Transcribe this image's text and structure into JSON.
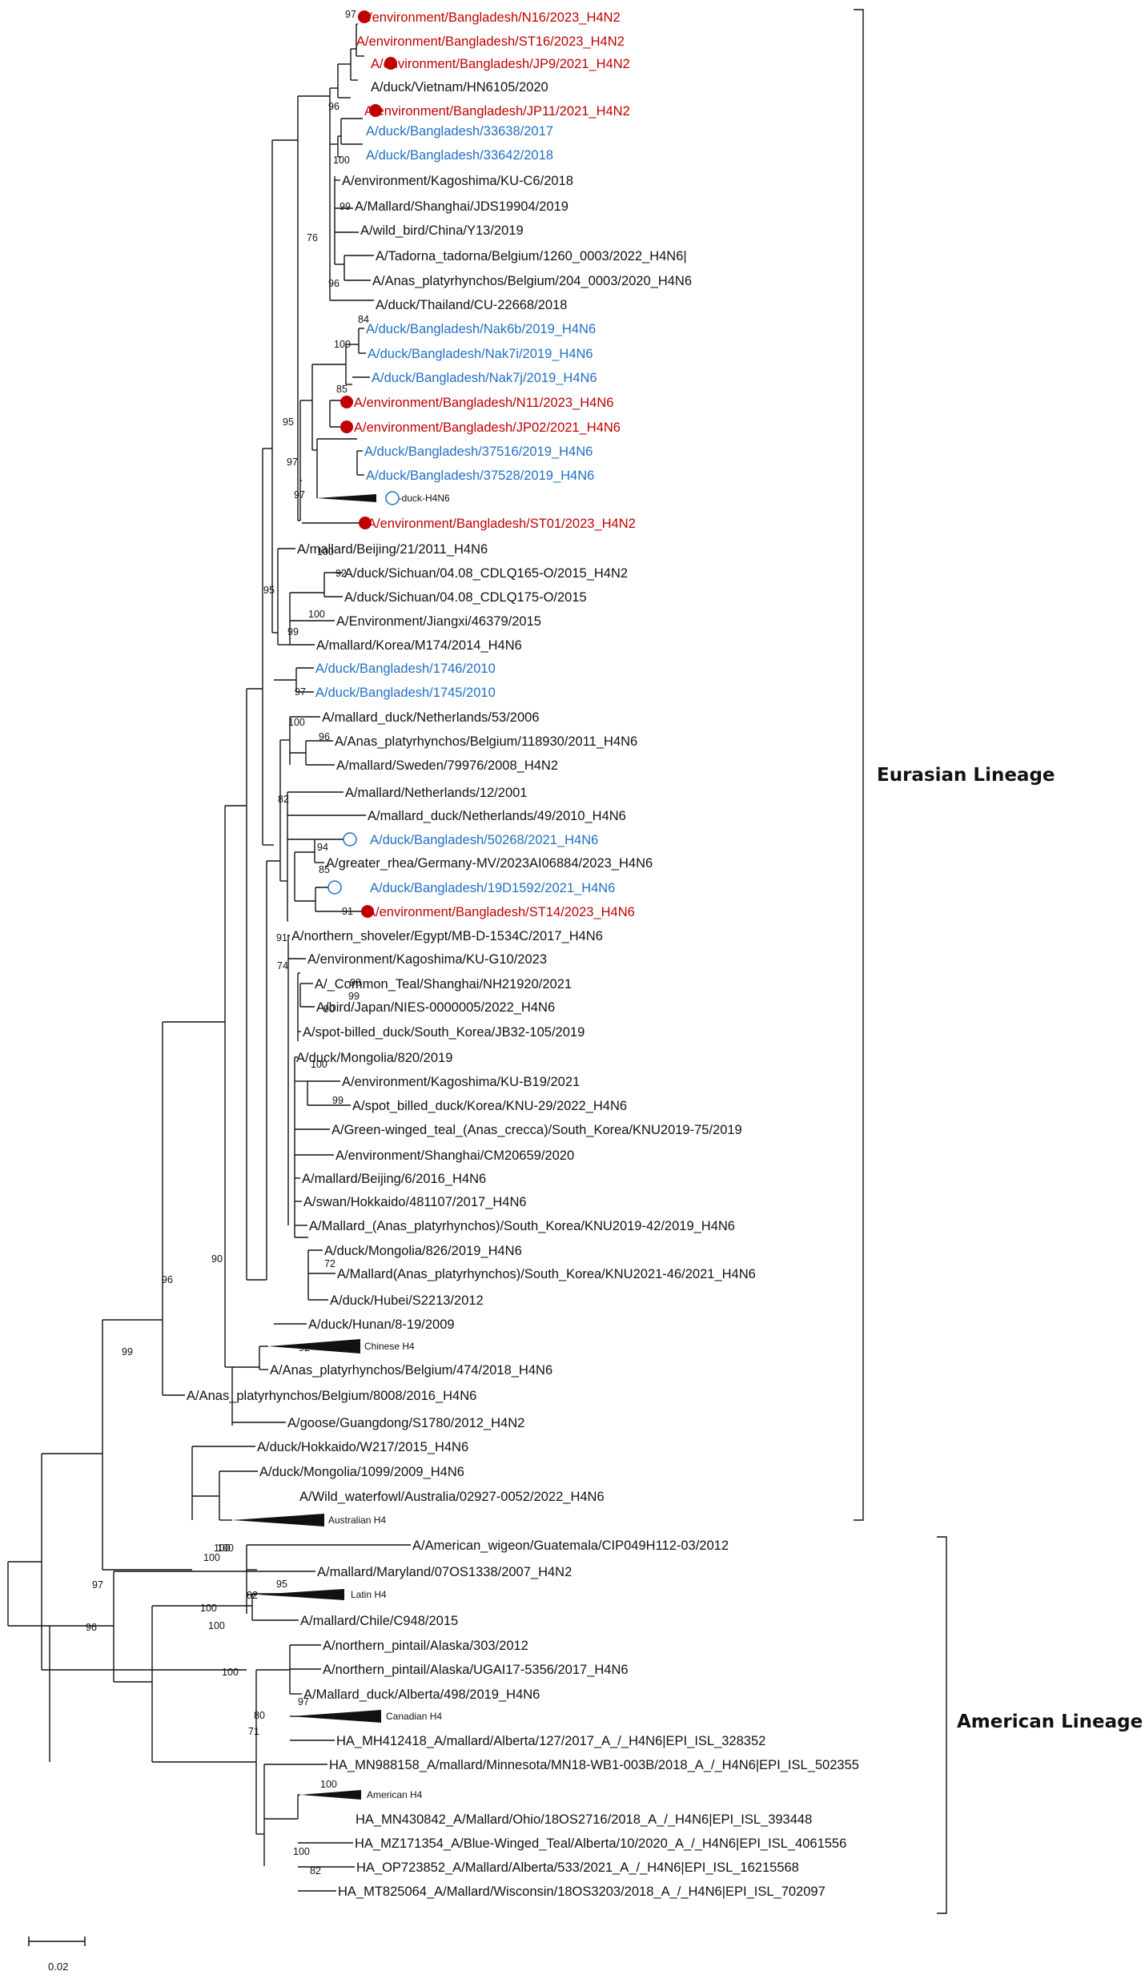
{
  "colors": {
    "bangladesh_environment": "#c00000",
    "bangladesh_duck": "#1f6fc5",
    "default": "#111111"
  },
  "leaves": [
    {
      "label": "A/environment/Bangladesh/N16/2023_H4N2",
      "type": "env"
    },
    {
      "label": "A/environment/Bangladesh/ST16/2023_H4N2",
      "type": "env"
    },
    {
      "label": "A/environment/Bangladesh/JP9/2021_H4N2",
      "type": "env"
    },
    {
      "label": "A/duck/Vietnam/HN6105/2020",
      "type": "normal"
    },
    {
      "label": "A/environment/Bangladesh/JP11/2021_H4N2",
      "type": "env"
    },
    {
      "label": "A/duck/Bangladesh/33638/2017",
      "type": "duck"
    },
    {
      "label": "A/duck/Bangladesh/33642/2018",
      "type": "duck"
    },
    {
      "label": "A/environment/Kagoshima/KU-C6/2018",
      "type": "normal"
    },
    {
      "label": "A/Mallard/Shanghai/JDS19904/2019",
      "type": "normal"
    },
    {
      "label": "A/wild_bird/China/Y13/2019",
      "type": "normal"
    },
    {
      "label": "A/Tadorna_tadorna/Belgium/1260_0003/2022_H4N6|",
      "type": "normal"
    },
    {
      "label": "A/Anas_platyrhynchos/Belgium/204_0003/2020_H4N6",
      "type": "normal"
    },
    {
      "label": "A/duck/Thailand/CU-22668/2018",
      "type": "normal"
    },
    {
      "label": "A/duck/Bangladesh/Nak6b/2019_H4N6",
      "type": "duck"
    },
    {
      "label": "A/duck/Bangladesh/Nak7i/2019_H4N6",
      "type": "duck"
    },
    {
      "label": "A/duck/Bangladesh/Nak7j/2019_H4N6",
      "type": "duck"
    },
    {
      "label": "A/environment/Bangladesh/N11/2023_H4N6",
      "type": "env"
    },
    {
      "label": "A/environment/Bangladesh/JP02/2021_H4N6",
      "type": "env"
    },
    {
      "label": "A/duck/Bangladesh/37516/2019_H4N6",
      "type": "duck"
    },
    {
      "label": "A/duck/Bangladesh/37528/2019_H4N6",
      "type": "duck"
    },
    {
      "label": "BD-duck-H4N6",
      "type": "clade"
    },
    {
      "label": "A/environment/Bangladesh/ST01/2023_H4N2",
      "type": "env"
    },
    {
      "label": "A/mallard/Beijing/21/2011_H4N6",
      "type": "normal"
    },
    {
      "label": "A/duck/Sichuan/04.08_CDLQ165-O/2015_H4N2",
      "type": "normal"
    },
    {
      "label": "A/duck/Sichuan/04.08_CDLQ175-O/2015",
      "type": "normal"
    },
    {
      "label": "A/Environment/Jiangxi/46379/2015",
      "type": "normal"
    },
    {
      "label": "A/mallard/Korea/M174/2014_H4N6",
      "type": "normal"
    },
    {
      "label": "A/duck/Bangladesh/1746/2010",
      "type": "duck"
    },
    {
      "label": "A/duck/Bangladesh/1745/2010",
      "type": "duck"
    },
    {
      "label": "A/mallard_duck/Netherlands/53/2006",
      "type": "normal"
    },
    {
      "label": "A/Anas_platyrhynchos/Belgium/118930/2011_H4N6",
      "type": "normal"
    },
    {
      "label": "A/mallard/Sweden/79976/2008_H4N2",
      "type": "normal"
    },
    {
      "label": "A/mallard/Netherlands/12/2001",
      "type": "normal"
    },
    {
      "label": "A/mallard_duck/Netherlands/49/2010_H4N6",
      "type": "normal"
    },
    {
      "label": "A/duck/Bangladesh/50268/2021_H4N6",
      "type": "duck"
    },
    {
      "label": "A/greater_rhea/Germany-MV/2023AI06884/2023_H4N6",
      "type": "normal"
    },
    {
      "label": "A/duck/Bangladesh/19D1592/2021_H4N6",
      "type": "duck"
    },
    {
      "label": "A/environment/Bangladesh/ST14/2023_H4N6",
      "type": "env"
    },
    {
      "label": "A/northern_shoveler/Egypt/MB-D-1534C/2017_H4N6",
      "type": "normal"
    },
    {
      "label": "A/environment/Kagoshima/KU-G10/2023",
      "type": "normal"
    },
    {
      "label": "A/_Common_Teal/Shanghai/NH21920/2021",
      "type": "normal"
    },
    {
      "label": "A/bird/Japan/NIES-0000005/2022_H4N6",
      "type": "normal"
    },
    {
      "label": "A/spot-billed_duck/South_Korea/JB32-105/2019",
      "type": "normal"
    },
    {
      "label": "A/duck/Mongolia/820/2019",
      "type": "normal"
    },
    {
      "label": "A/environment/Kagoshima/KU-B19/2021",
      "type": "normal"
    },
    {
      "label": "A/spot_billed_duck/Korea/KNU-29/2022_H4N6",
      "type": "normal"
    },
    {
      "label": "A/Green-winged_teal_(Anas_crecca)/South_Korea/KNU2019-75/2019",
      "type": "normal"
    },
    {
      "label": "A/environment/Shanghai/CM20659/2020",
      "type": "normal"
    },
    {
      "label": "A/mallard/Beijing/6/2016_H4N6",
      "type": "normal"
    },
    {
      "label": "A/swan/Hokkaido/481107/2017_H4N6",
      "type": "normal"
    },
    {
      "label": "A/Mallard_(Anas_platyrhynchos)/South_Korea/KNU2019-42/2019_H4N6",
      "type": "normal"
    },
    {
      "label": "A/duck/Mongolia/826/2019_H4N6",
      "type": "normal"
    },
    {
      "label": "A/Mallard(Anas_platyrhynchos)/South_Korea/KNU2021-46/2021_H4N6",
      "type": "normal"
    },
    {
      "label": "A/duck/Hubei/S2213/2012",
      "type": "normal"
    },
    {
      "label": "A/duck/Hunan/8-19/2009",
      "type": "normal"
    },
    {
      "label": "Chinese H4",
      "type": "clade"
    },
    {
      "label": "A/Anas_platyrhynchos/Belgium/474/2018_H4N6",
      "type": "normal"
    },
    {
      "label": "A/Anas_platyrhynchos/Belgium/8008/2016_H4N6",
      "type": "normal"
    },
    {
      "label": "A/goose/Guangdong/S1780/2012_H4N2",
      "type": "normal"
    },
    {
      "label": "A/duck/Hokkaido/W217/2015_H4N6",
      "type": "normal"
    },
    {
      "label": "A/duck/Mongolia/1099/2009_H4N6",
      "type": "normal"
    },
    {
      "label": "A/Wild_waterfowl/Australia/02927-0052/2022_H4N6",
      "type": "normal"
    },
    {
      "label": "Australian H4",
      "type": "clade"
    },
    {
      "label": "A/American_wigeon/Guatemala/CIP049H112-03/2012",
      "type": "normal"
    },
    {
      "label": "A/mallard/Maryland/07OS1338/2007_H4N2",
      "type": "normal"
    },
    {
      "label": "Latin H4",
      "type": "clade"
    },
    {
      "label": "A/mallard/Chile/C948/2015",
      "type": "normal"
    },
    {
      "label": "A/northern_pintail/Alaska/303/2012",
      "type": "normal"
    },
    {
      "label": "A/northern_pintail/Alaska/UGAI17-5356/2017_H4N6",
      "type": "normal"
    },
    {
      "label": "A/Mallard_duck/Alberta/498/2019_H4N6",
      "type": "normal"
    },
    {
      "label": "Canadian H4",
      "type": "clade"
    },
    {
      "label": "HA_MH412418_A/mallard/Alberta/127/2017_A_/_H4N6|EPI_ISL_328352",
      "type": "normal"
    },
    {
      "label": "HA_MN988158_A/mallard/Minnesota/MN18-WB1-003B/2018_A_/_H4N6|EPI_ISL_502355",
      "type": "normal"
    },
    {
      "label": "American H4",
      "type": "clade"
    },
    {
      "label": "HA_MN430842_A/Mallard/Ohio/18OS2716/2018_A_/_H4N6|EPI_ISL_393448",
      "type": "normal"
    },
    {
      "label": "HA_MZ171354_A/Blue-Winged_Teal/Alberta/10/2020_A_/_H4N6|EPI_ISL_4061556",
      "type": "normal"
    },
    {
      "label": "HA_OP723852_A/Mallard/Alberta/533/2021_A_/_H4N6|EPI_ISL_16215568",
      "type": "normal"
    },
    {
      "label": "HA_MT825064_A/Mallard/Wisconsin/18OS3203/2018_A_/_H4N6|EPI_ISL_702097",
      "type": "normal"
    }
  ],
  "bootstrap": [
    "97",
    "96",
    "100",
    "99",
    "76",
    "96",
    "84",
    "100",
    "85",
    "95",
    "97",
    "97",
    "100",
    "92",
    "95",
    "100",
    "99",
    "97",
    "100",
    "96",
    "82",
    "94",
    "85",
    "91",
    "91",
    "74",
    "98",
    "99",
    "90",
    "100",
    "99",
    "72",
    "92",
    "90",
    "96",
    "99",
    "100",
    "100",
    "100",
    "100",
    "100",
    "95",
    "82",
    "97",
    "96",
    "100",
    "97",
    "80",
    "71",
    "100",
    "100",
    "82"
  ],
  "lineages": [
    {
      "label": "Eurasian Lineage"
    },
    {
      "label": "American Lineage"
    }
  ],
  "scale_bar": {
    "label": "0.02"
  }
}
